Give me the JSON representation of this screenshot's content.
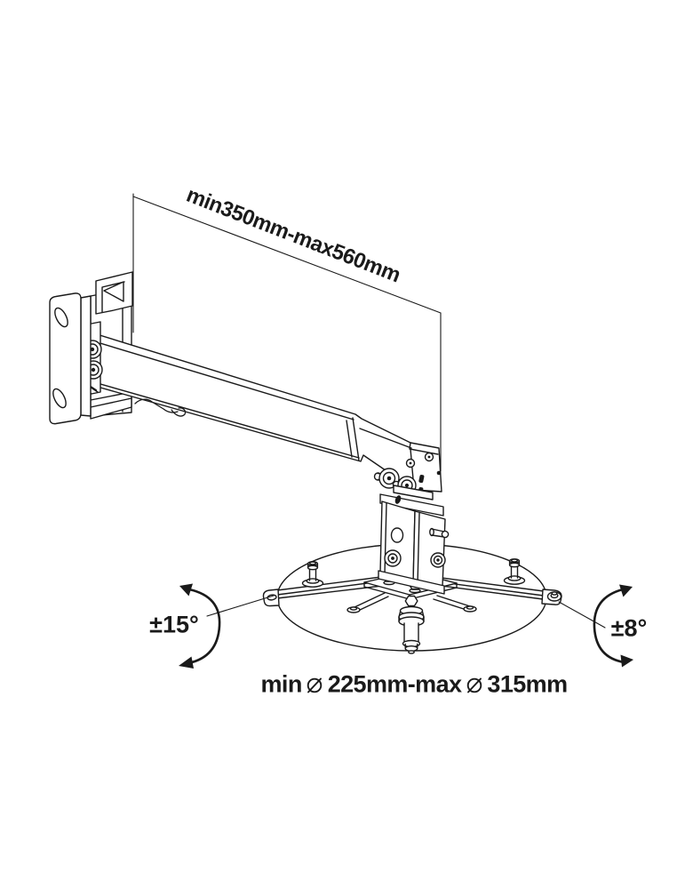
{
  "page": {
    "background": "#ffffff",
    "line_color": "#1a1a1a"
  },
  "diagram": {
    "type": "technical-drawing",
    "labels": {
      "arm_extension": "min350mm-max560mm",
      "tilt_left": "±15°",
      "tilt_right": "±8°",
      "diameter_prefix": "min",
      "diameter_mid": "225mm-max",
      "diameter_suffix": "315mm"
    }
  }
}
